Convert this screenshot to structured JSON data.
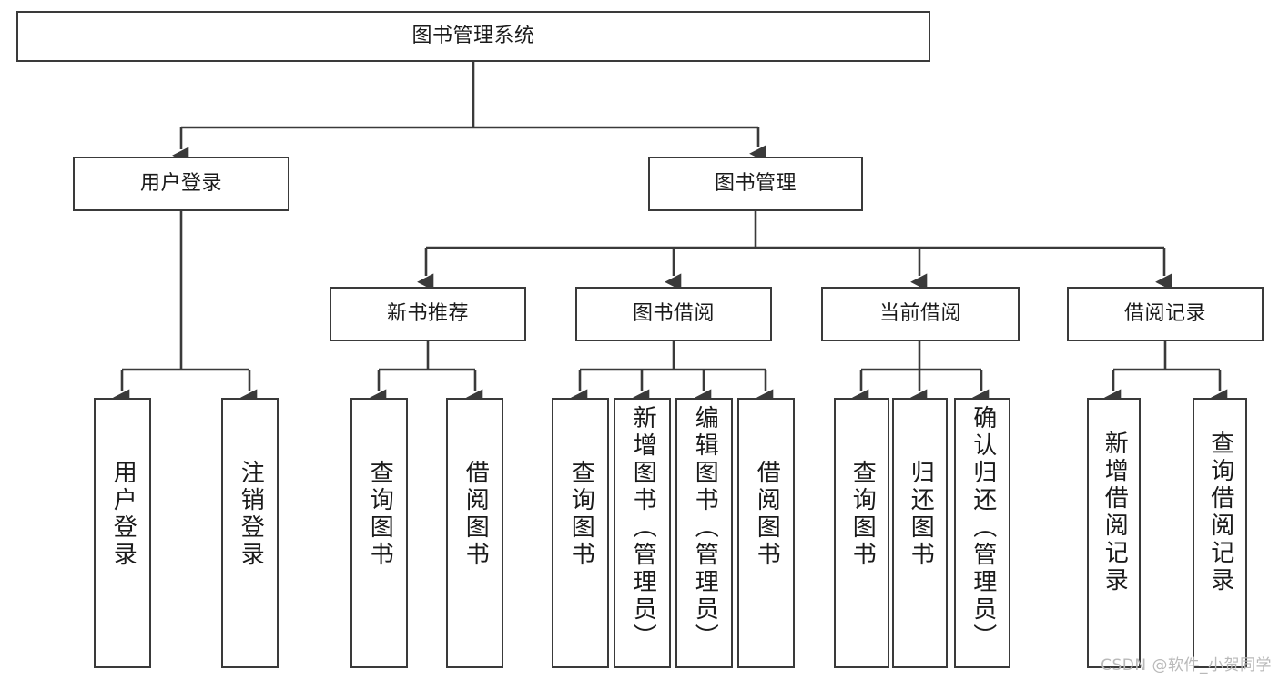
{
  "diagram": {
    "title": "图书管理系统",
    "type": "tree",
    "orientation": "top-down",
    "colors": {
      "box_border": "#3a3a3a",
      "box_fill": "#ffffff",
      "edge": "#3a3a3a",
      "text": "#1a1a1a",
      "watermark": "#b9b9b9",
      "background": "#ffffff"
    },
    "nodes": {
      "root": {
        "label": "图书管理系统",
        "level": 1,
        "writing": "horizontal"
      },
      "user_login": {
        "label": "用户登录",
        "level": 2,
        "writing": "horizontal"
      },
      "book_manage": {
        "label": "图书管理",
        "level": 2,
        "writing": "horizontal"
      },
      "new_book_rec": {
        "label": "新书推荐",
        "level": 3,
        "writing": "horizontal"
      },
      "book_borrow": {
        "label": "图书借阅",
        "level": 3,
        "writing": "horizontal"
      },
      "current_borrow": {
        "label": "当前借阅",
        "level": 3,
        "writing": "horizontal"
      },
      "borrow_record": {
        "label": "借阅记录",
        "level": 3,
        "writing": "horizontal"
      },
      "leaf_user_login": {
        "label": "用户登录",
        "level": 4,
        "writing": "vertical"
      },
      "leaf_logout": {
        "label": "注销登录",
        "level": 4,
        "writing": "vertical"
      },
      "leaf_query_book_rec": {
        "label": "查询图书",
        "level": 4,
        "writing": "vertical"
      },
      "leaf_borrow_book_rec": {
        "label": "借阅图书",
        "level": 4,
        "writing": "vertical"
      },
      "leaf_query_book_borrow": {
        "label": "查询图书",
        "level": 4,
        "writing": "vertical"
      },
      "leaf_add_book": {
        "label": "新增图书（管理员）",
        "level": 4,
        "writing": "vertical"
      },
      "leaf_edit_book": {
        "label": "编辑图书（管理员）",
        "level": 4,
        "writing": "vertical"
      },
      "leaf_borrow_book": {
        "label": "借阅图书",
        "level": 4,
        "writing": "vertical"
      },
      "leaf_query_book_cur": {
        "label": "查询图书",
        "level": 4,
        "writing": "vertical"
      },
      "leaf_return_book": {
        "label": "归还图书",
        "level": 4,
        "writing": "vertical"
      },
      "leaf_confirm_return": {
        "label": "确认归还（管理员）",
        "level": 4,
        "writing": "vertical"
      },
      "leaf_add_record": {
        "label": "新增借阅记录",
        "level": 4,
        "writing": "vertical"
      },
      "leaf_query_record": {
        "label": "查询借阅记录",
        "level": 4,
        "writing": "vertical"
      }
    }
  },
  "watermark": {
    "text": "CSDN @软件_小贺同学"
  }
}
